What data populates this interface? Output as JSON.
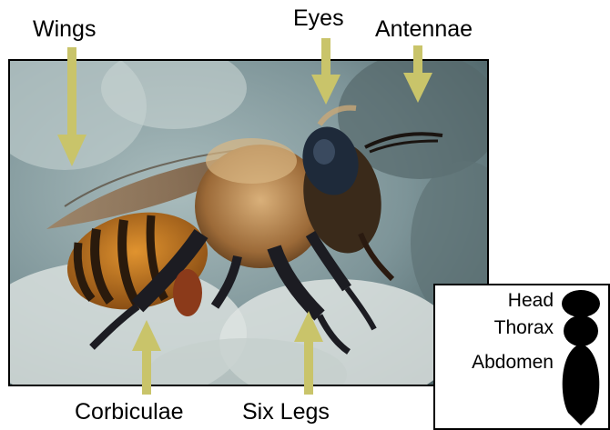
{
  "labels": {
    "wings": "Wings",
    "eyes": "Eyes",
    "antennae": "Antennae",
    "corbiculae": "Corbiculae",
    "six_legs": "Six Legs"
  },
  "legend": {
    "head": "Head",
    "thorax": "Thorax",
    "abdomen": "Abdomen"
  },
  "colors": {
    "arrow": "#c9c46a",
    "background": "#ffffff",
    "photo_background": "#7d9498"
  }
}
